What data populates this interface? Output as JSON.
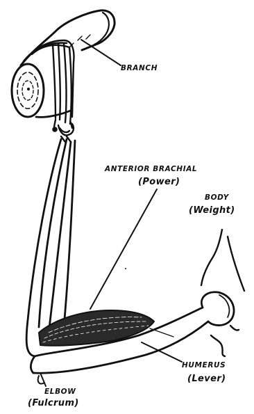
{
  "labels": {
    "branch": "BRANCH",
    "anterior_brachial": "ANTERIOR BRACHIAL",
    "power": "(Power)",
    "body": "BODY",
    "weight": "(Weight)",
    "humerus": "HUMERUS",
    "lever": "(Lever)",
    "elbow": "ELBOW",
    "fulcrum": "(Fulcrum)"
  },
  "colors": {
    "ink": "#111111",
    "paper": "#ffffff"
  }
}
